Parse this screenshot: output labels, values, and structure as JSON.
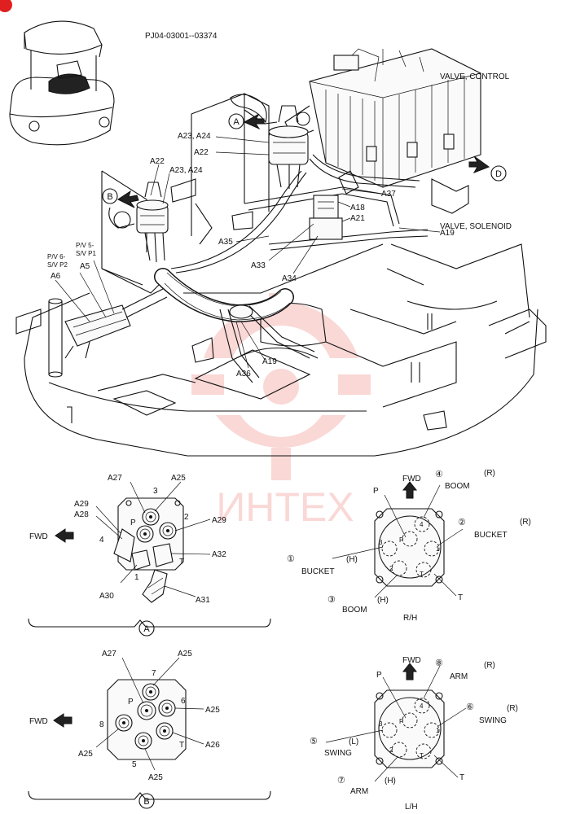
{
  "doc_code": "PJ04-03001--03374",
  "watermark_text": "ИНТЕХ",
  "colors": {
    "watermark": "#e8504a",
    "line": "#111111",
    "corner_badge": "#e02020"
  },
  "main_labels": {
    "valve_control": "VALVE, CONTROL",
    "valve_solenoid": "VALVE, SOLENOID",
    "view_a": "A",
    "view_b": "B",
    "view_d": "D",
    "a23_a24_top": "A23, A24",
    "a22_top": "A22",
    "a22_left": "A22",
    "a23_a24_left": "A23, A24",
    "a37": "A37",
    "a18": "A18",
    "a21": "A21",
    "a19_right": "A19",
    "a35": "A35",
    "a33": "A33",
    "a34": "A34",
    "a19_center": "A19",
    "a36": "A36",
    "pv5": "P/V 5-",
    "sv_p1": "S/V P1",
    "pv6": "P/V 6-",
    "sv_p2": "S/V P2",
    "a5": "A5",
    "a6": "A6"
  },
  "detail_a": {
    "view": "A",
    "fwd": "FWD",
    "ports": {
      "p": "P",
      "t": "T",
      "n1": "1",
      "n2": "2",
      "n3": "3",
      "n4": "4"
    },
    "labels": {
      "a27": "A27",
      "a25": "A25",
      "a29_left": "A29",
      "a28": "A28",
      "a29_right": "A29",
      "a32": "A32",
      "a30": "A30",
      "a31": "A31"
    }
  },
  "detail_b": {
    "view": "B",
    "fwd": "FWD",
    "ports": {
      "p": "P",
      "t": "T",
      "n5": "5",
      "n6": "6",
      "n7": "7",
      "n8": "8"
    },
    "labels": {
      "a27": "A27",
      "a25_top": "A25",
      "a25_right": "A25",
      "a25_left": "A25",
      "a26": "A26",
      "a25_bottom": "A25"
    }
  },
  "rh": {
    "caption": "R/H",
    "fwd": "FWD",
    "p": "P",
    "t": "T",
    "c4": "④",
    "boom_r": "BOOM",
    "r1": "(R)",
    "c2": "②",
    "bucket_r": "BUCKET",
    "r2": "(R)",
    "c1": "①",
    "h1": "(H)",
    "bucket_h": "BUCKET",
    "c3": "③",
    "boom_h": "BOOM",
    "h2": "(H)",
    "inner": {
      "p": "P",
      "n1": "1",
      "n2": "2",
      "n3": "3",
      "n4": "4",
      "t": "T"
    }
  },
  "lh": {
    "caption": "L/H",
    "fwd": "FWD",
    "p": "P",
    "t": "T",
    "c8": "⑧",
    "arm_r": "ARM",
    "r1": "(R)",
    "c6": "⑥",
    "swing_r": "SWING",
    "r2": "(R)",
    "c5": "⑤",
    "l1": "(L)",
    "swing_l": "SWING",
    "c7": "⑦",
    "arm_h": "ARM",
    "h1": "(H)",
    "inner": {
      "p": "P",
      "n1": "1",
      "n2": "2",
      "n3": "3",
      "n4": "4",
      "t": "T"
    }
  }
}
